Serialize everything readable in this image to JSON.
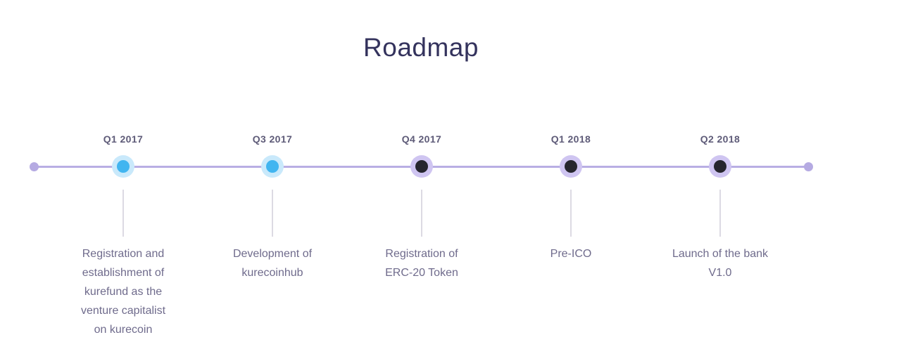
{
  "page": {
    "title": "Roadmap"
  },
  "timeline": {
    "milestones": [
      {
        "label": "Q1 2017",
        "description": "Registration and\nestablishment of\nkurefund as the\nventure capitalist\non kurecoin",
        "status": "highlighted",
        "dot_color": "#41b5f0",
        "halo_color": "#c9e9fb"
      },
      {
        "label": "Q3 2017",
        "description": "Development of\nkurecoinhub",
        "status": "highlighted",
        "dot_color": "#41b5f0",
        "halo_color": "#c9e9fb"
      },
      {
        "label": "Q4 2017",
        "description": "Registration of\nERC-20 Token",
        "status": "default",
        "dot_color": "#26262e",
        "halo_color": "#cfc5f1"
      },
      {
        "label": "Q1 2018",
        "description": "Pre-ICO",
        "status": "default",
        "dot_color": "#26262e",
        "halo_color": "#cfc5f1"
      },
      {
        "label": "Q2 2018",
        "description": "Launch of the bank\nV1.0",
        "status": "default",
        "dot_color": "#26262e",
        "halo_color": "#cfc5f1"
      }
    ],
    "colors": {
      "line": "#b9aee4",
      "endpoint": "#b5aae2",
      "connector": "#dcdae3",
      "title_text": "#34335d",
      "label_text": "#5e5b78",
      "description_text": "#6f6b8c"
    }
  }
}
